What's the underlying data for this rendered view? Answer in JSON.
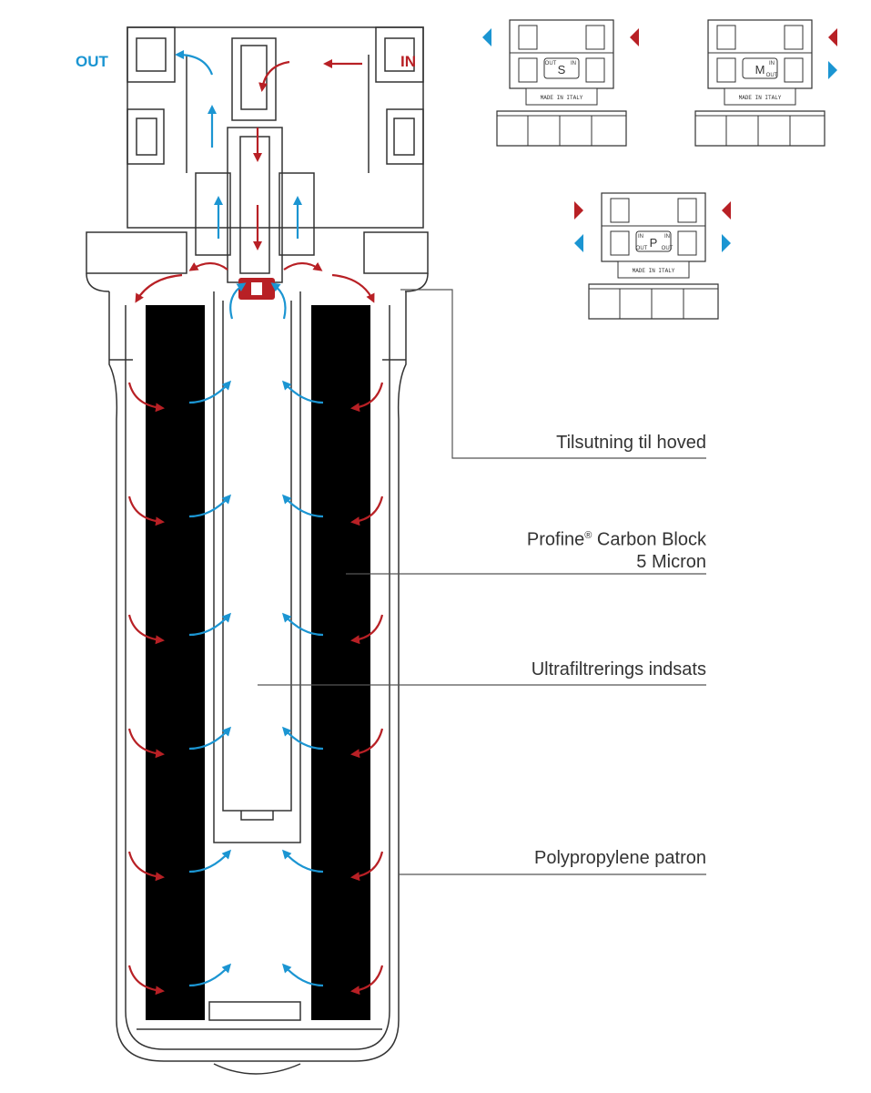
{
  "flow_labels": {
    "out": "OUT",
    "in": "IN"
  },
  "head_variants": [
    {
      "letter": "S",
      "tag_left": "OUT",
      "tag_right": "IN",
      "made_in": "MADE IN ITALY"
    },
    {
      "letter": "M",
      "tag_left": "",
      "tag_right": "IN",
      "tag_sub": "OUT",
      "made_in": "MADE IN ITALY"
    },
    {
      "letter": "P",
      "tag_tl": "IN",
      "tag_tr": "IN",
      "tag_bl": "OUT",
      "tag_br": "OUT",
      "made_in": "MADE IN ITALY"
    }
  ],
  "callouts": {
    "connection": "Tilsutning til hoved",
    "carbon_line1": "Profine",
    "carbon_reg": "®",
    "carbon_line1b": " Carbon Block",
    "carbon_line2": "5 Micron",
    "uf": "Ultrafiltrerings indsats",
    "pp": "Polypropylene patron"
  },
  "colors": {
    "inflow": "#b82025",
    "outflow": "#1b95d2",
    "carbon": "#000000",
    "outline": "#333333"
  }
}
